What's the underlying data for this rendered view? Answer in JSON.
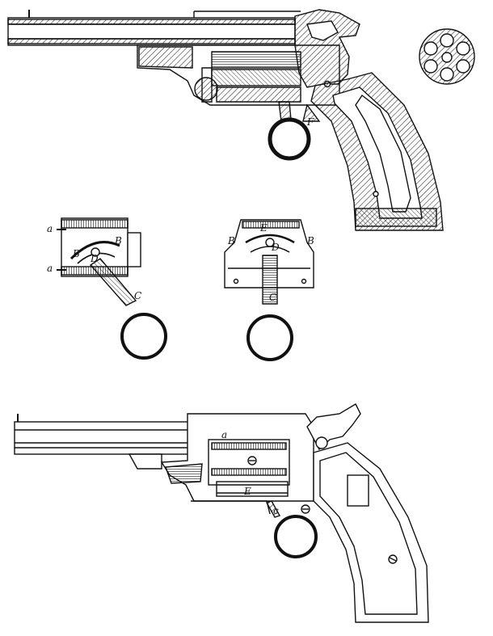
{
  "labels": {
    "fig1_F": "F",
    "fig2_a_top": "a",
    "fig2_a_bottom": "a",
    "fig2_B_left": "B",
    "fig2_B_right": "B",
    "fig2_D": "D",
    "fig2_C": "C",
    "fig3_E": "E",
    "fig3_B_left": "B",
    "fig3_B_right": "B",
    "fig3_D": "D",
    "fig3_C": "C",
    "fig4_a": "a",
    "fig4_E": "E",
    "fig4_c": "c"
  },
  "colors": {
    "ink": "#111111",
    "paper": "#ffffff"
  }
}
